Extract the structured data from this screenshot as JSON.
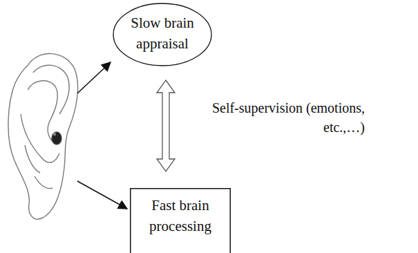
{
  "diagram": {
    "nodes": [
      {
        "text": [
          "Slow brain appraisal"
        ]
      },
      {
        "text": [
          "Fast brain processing"
        ]
      }
    ],
    "edges": [
      {
        "from": 0,
        "to": 1,
        "arrow": "both",
        "label": "Self-supervision (emotions, etc.,…)"
      }
    ]
  }
}
